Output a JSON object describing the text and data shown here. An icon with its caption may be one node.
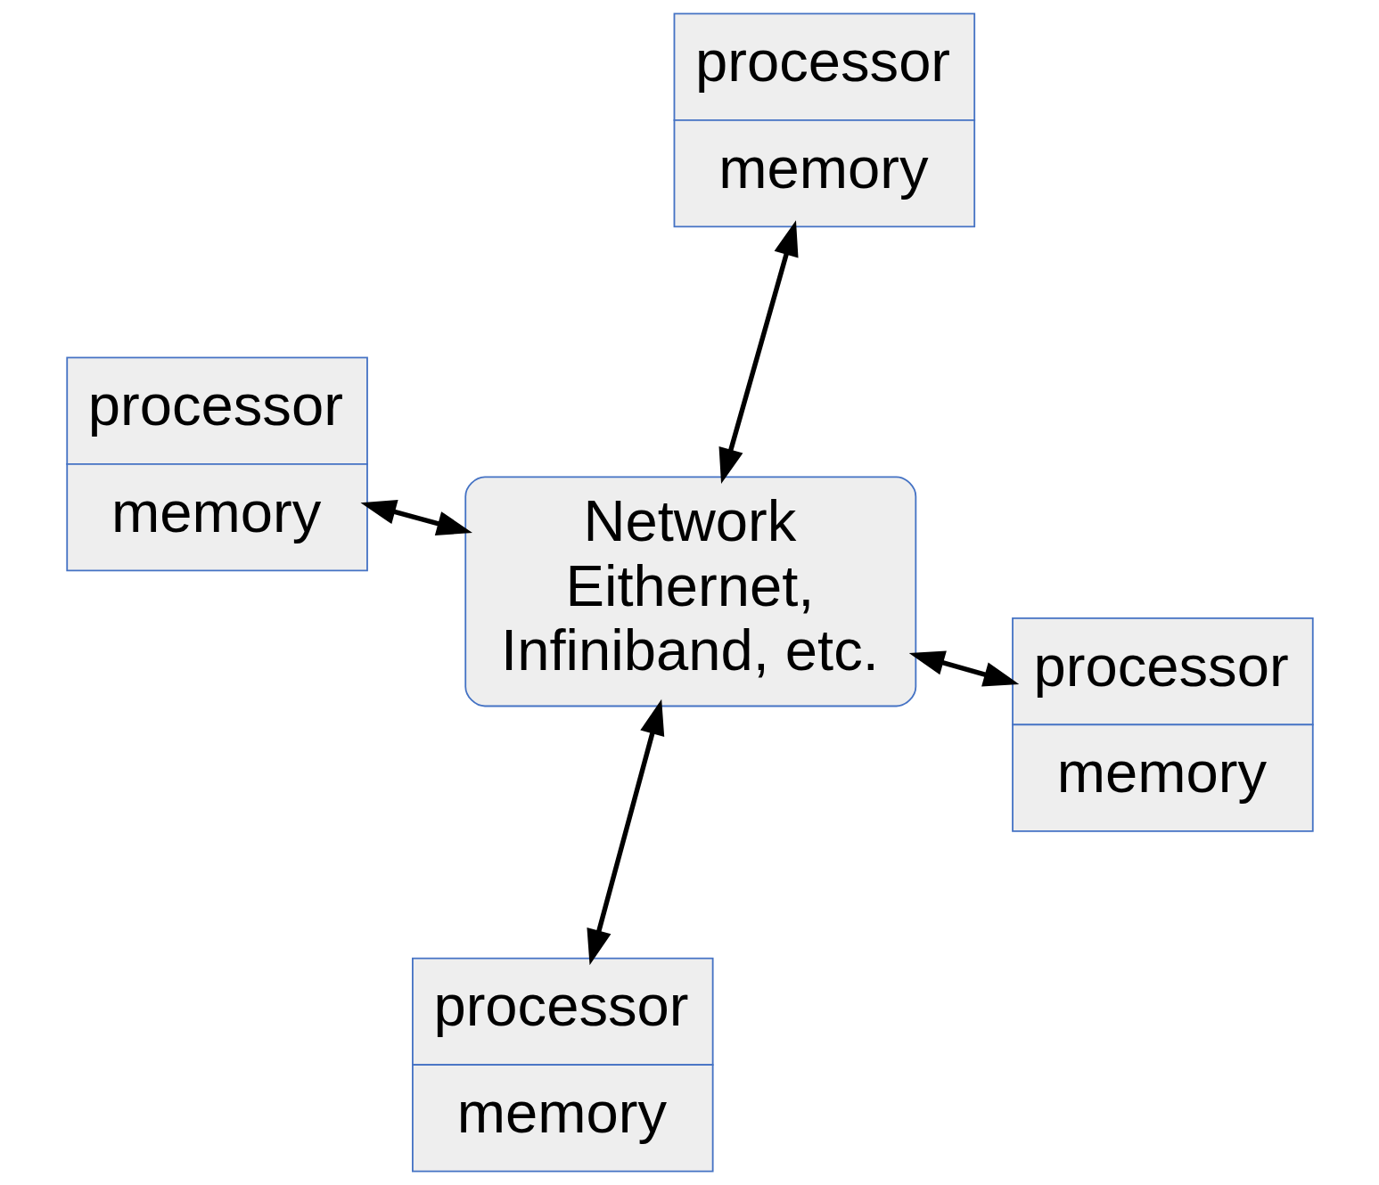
{
  "diagram": {
    "nodes": [
      {
        "text": [
          "processor",
          "memory"
        ]
      },
      {
        "text": [
          "processor",
          "memory"
        ]
      },
      {
        "text": [
          "processor",
          "memory"
        ]
      },
      {
        "text": [
          "Network Eithernet, Infiniband, etc."
        ]
      },
      {
        "text": [
          "processor",
          "memory"
        ]
      }
    ],
    "edges": [
      {
        "from": 0,
        "to": 3,
        "arrow": "both"
      },
      {
        "from": 1,
        "to": 3,
        "arrow": "both"
      },
      {
        "from": 2,
        "to": 3,
        "arrow": "both"
      },
      {
        "from": 3,
        "to": 4,
        "arrow": "both"
      }
    ]
  }
}
